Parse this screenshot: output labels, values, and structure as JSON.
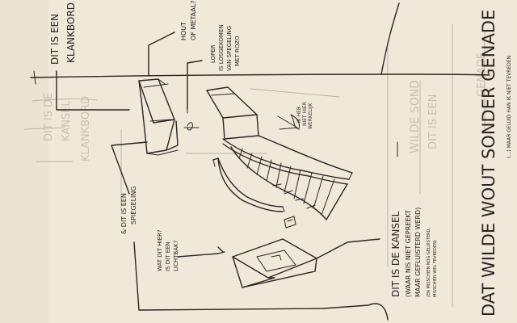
{
  "notes": {
    "klankbord_1": "DIT IS EEN",
    "klankbord_2": "KLANKBORD",
    "hout_1": "HOUT",
    "hout_2": "OF METAAL?",
    "loper_1": "LOPER",
    "loper_2": "IS LOSGEKOMEN",
    "loper_3": "VAN SPEGELING",
    "loper_4": "MET ROZO",
    "kruis_1": "IK HEB",
    "kruis_2": "NIET HIER",
    "kruis_3": "WERKELIJK",
    "spiegeling_1": "& DIT IS EEN",
    "spiegeling_2": "SPIEGELING",
    "hoe_1": "WAT DIT HIER?",
    "hoe_2": "IS DIT EEN",
    "hoe_3": "LICHTBAK?",
    "kansel_1": "DIT IS DE KANSEL",
    "kansel_2": "(WAAR NIS NIET GEPREEKT",
    "kansel_3": "MAAR GEFLUISTERD WERD)",
    "kansel_4": "(EN MISSCHIEN NOG GELUISTERD,",
    "kansel_5": "MISSCHIEN WEL TEVREDEN)",
    "wilde_1": "DAT WILDE WOUT SONDER GENADE",
    "wilde_2": "(…) MAAR GELUID HAN IK NIET TEVREDEN"
  },
  "faint": {
    "f1": "DIT IS DE",
    "f2": "KANSEL",
    "f3": "WILDE SOND",
    "f4": "DIT IS EEN",
    "f5": "KLANKBORD",
    "f6": "GENADE"
  }
}
